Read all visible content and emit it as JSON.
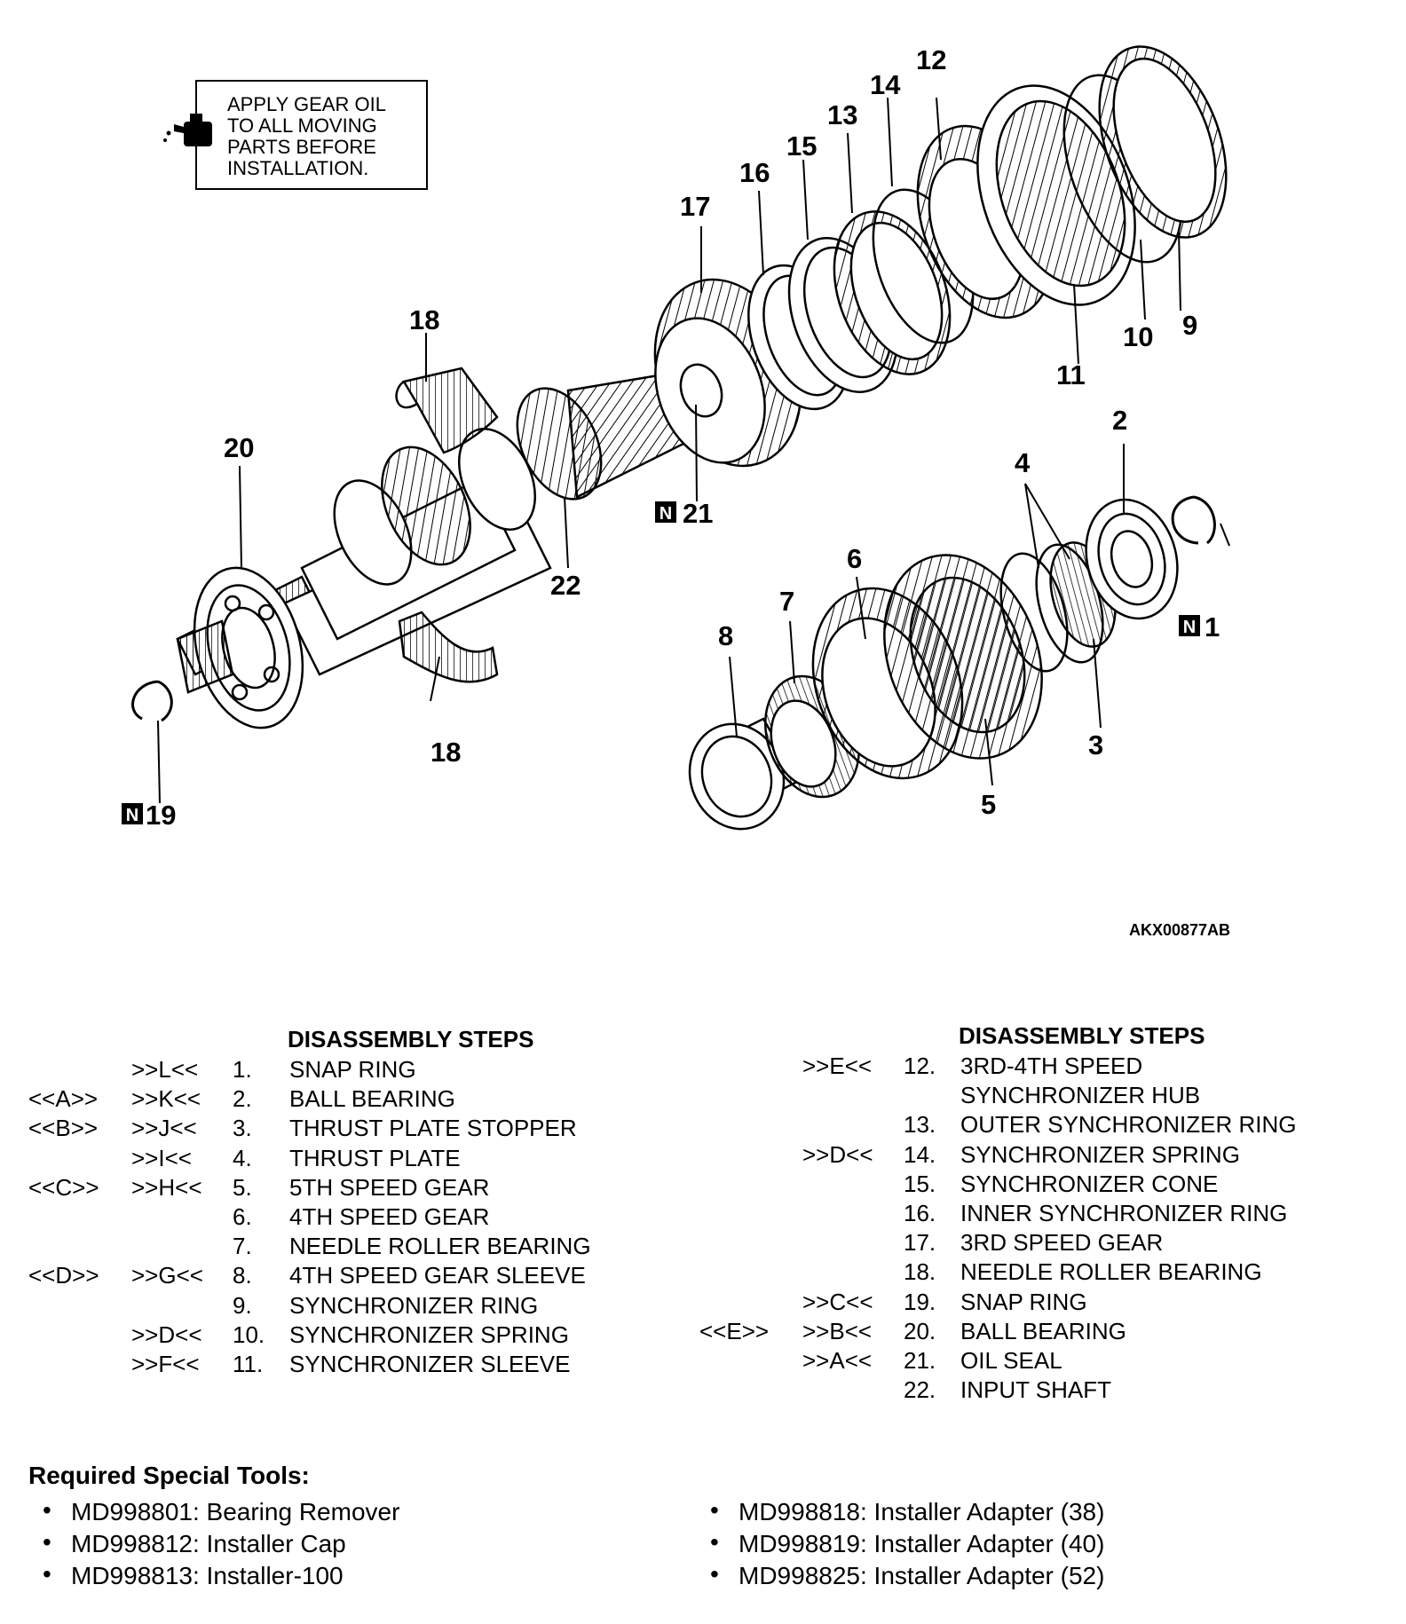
{
  "note": "APPLY GEAR OIL TO ALL MOVING PARTS BEFORE INSTALLATION.",
  "note_lines": [
    "APPLY GEAR OIL",
    "TO ALL MOVING",
    "PARTS BEFORE",
    "INSTALLATION."
  ],
  "ref_code": "AKX00877AB",
  "n_mark": "N",
  "callouts": {
    "c1": "1",
    "c2": "2",
    "c3": "3",
    "c4": "4",
    "c5": "5",
    "c6": "6",
    "c7": "7",
    "c8": "8",
    "c9": "9",
    "c10": "10",
    "c11": "11",
    "c12": "12",
    "c13": "13",
    "c14": "14",
    "c15": "15",
    "c16": "16",
    "c17": "17",
    "c18a": "18",
    "c18b": "18",
    "c19": "19",
    "c20": "20",
    "c21": "21",
    "c22": "22"
  },
  "steps_left": {
    "title": "DISASSEMBLY STEPS",
    "rows": [
      {
        "install": "",
        "remove": ">>L<<",
        "num": "1.",
        "name": "SNAP RING"
      },
      {
        "install": "<<A>>",
        "remove": ">>K<<",
        "num": "2.",
        "name": "BALL BEARING"
      },
      {
        "install": "<<B>>",
        "remove": ">>J<<",
        "num": "3.",
        "name": "THRUST PLATE STOPPER"
      },
      {
        "install": "",
        "remove": ">>I<<",
        "num": "4.",
        "name": "THRUST PLATE"
      },
      {
        "install": "<<C>>",
        "remove": ">>H<<",
        "num": "5.",
        "name": "5TH SPEED GEAR"
      },
      {
        "install": "",
        "remove": "",
        "num": "6.",
        "name": "4TH SPEED GEAR"
      },
      {
        "install": "",
        "remove": "",
        "num": "7.",
        "name": "NEEDLE ROLLER BEARING"
      },
      {
        "install": "<<D>>",
        "remove": ">>G<<",
        "num": "8.",
        "name": "4TH SPEED GEAR SLEEVE"
      },
      {
        "install": "",
        "remove": "",
        "num": "9.",
        "name": "SYNCHRONIZER RING"
      },
      {
        "install": "",
        "remove": ">>D<<",
        "num": "10.",
        "name": "SYNCHRONIZER SPRING"
      },
      {
        "install": "",
        "remove": ">>F<<",
        "num": "11.",
        "name": "SYNCHRONIZER SLEEVE"
      }
    ]
  },
  "steps_right": {
    "title": "DISASSEMBLY STEPS",
    "rows": [
      {
        "install": "",
        "remove": ">>E<<",
        "num": "12.",
        "name": "3RD-4TH SPEED"
      },
      {
        "install": "",
        "remove": "",
        "num": "",
        "name": "SYNCHRONIZER HUB"
      },
      {
        "install": "",
        "remove": "",
        "num": "13.",
        "name": "OUTER SYNCHRONIZER RING"
      },
      {
        "install": "",
        "remove": ">>D<<",
        "num": "14.",
        "name": "SYNCHRONIZER SPRING"
      },
      {
        "install": "",
        "remove": "",
        "num": "15.",
        "name": "SYNCHRONIZER CONE"
      },
      {
        "install": "",
        "remove": "",
        "num": "16.",
        "name": "INNER SYNCHRONIZER RING"
      },
      {
        "install": "",
        "remove": "",
        "num": "17.",
        "name": "3RD SPEED GEAR"
      },
      {
        "install": "",
        "remove": "",
        "num": "18.",
        "name": "NEEDLE ROLLER BEARING"
      },
      {
        "install": "",
        "remove": ">>C<<",
        "num": "19.",
        "name": "SNAP RING"
      },
      {
        "install": "<<E>>",
        "remove": ">>B<<",
        "num": "20.",
        "name": "BALL BEARING"
      },
      {
        "install": "",
        "remove": ">>A<<",
        "num": "21.",
        "name": "OIL SEAL"
      },
      {
        "install": "",
        "remove": "",
        "num": "22.",
        "name": "INPUT SHAFT"
      }
    ]
  },
  "tools": {
    "title": "Required Special Tools:",
    "bullet": "•",
    "left": [
      "MD998801: Bearing Remover",
      "MD998812: Installer Cap",
      "MD998813: Installer-100"
    ],
    "right": [
      "MD998818: Installer Adapter (38)",
      "MD998819: Installer Adapter (40)",
      "MD998825: Installer Adapter (52)"
    ]
  }
}
